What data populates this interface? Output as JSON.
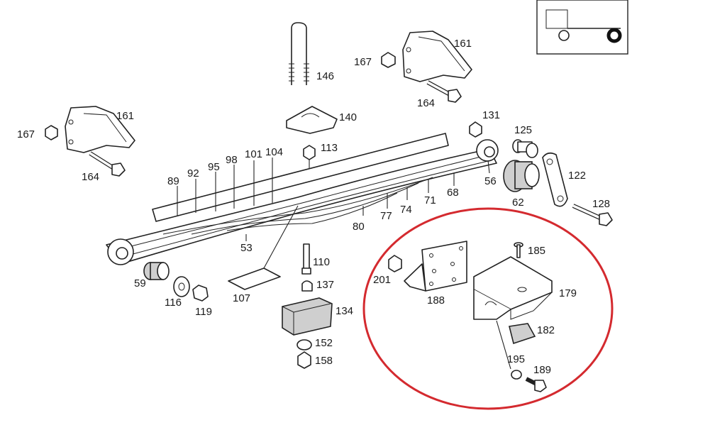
{
  "diagram": {
    "callouts": [
      "167",
      "161",
      "164",
      "146",
      "140",
      "113",
      "89",
      "92",
      "95",
      "98",
      "101",
      "104",
      "53",
      "59",
      "116",
      "119",
      "107",
      "110",
      "137",
      "134",
      "152",
      "158",
      "161",
      "167",
      "164",
      "131",
      "125",
      "122",
      "56",
      "68",
      "71",
      "74",
      "77",
      "80",
      "62",
      "128",
      "201",
      "188",
      "185",
      "179",
      "182",
      "195",
      "189"
    ],
    "highlight_color": "#d42a2f"
  }
}
